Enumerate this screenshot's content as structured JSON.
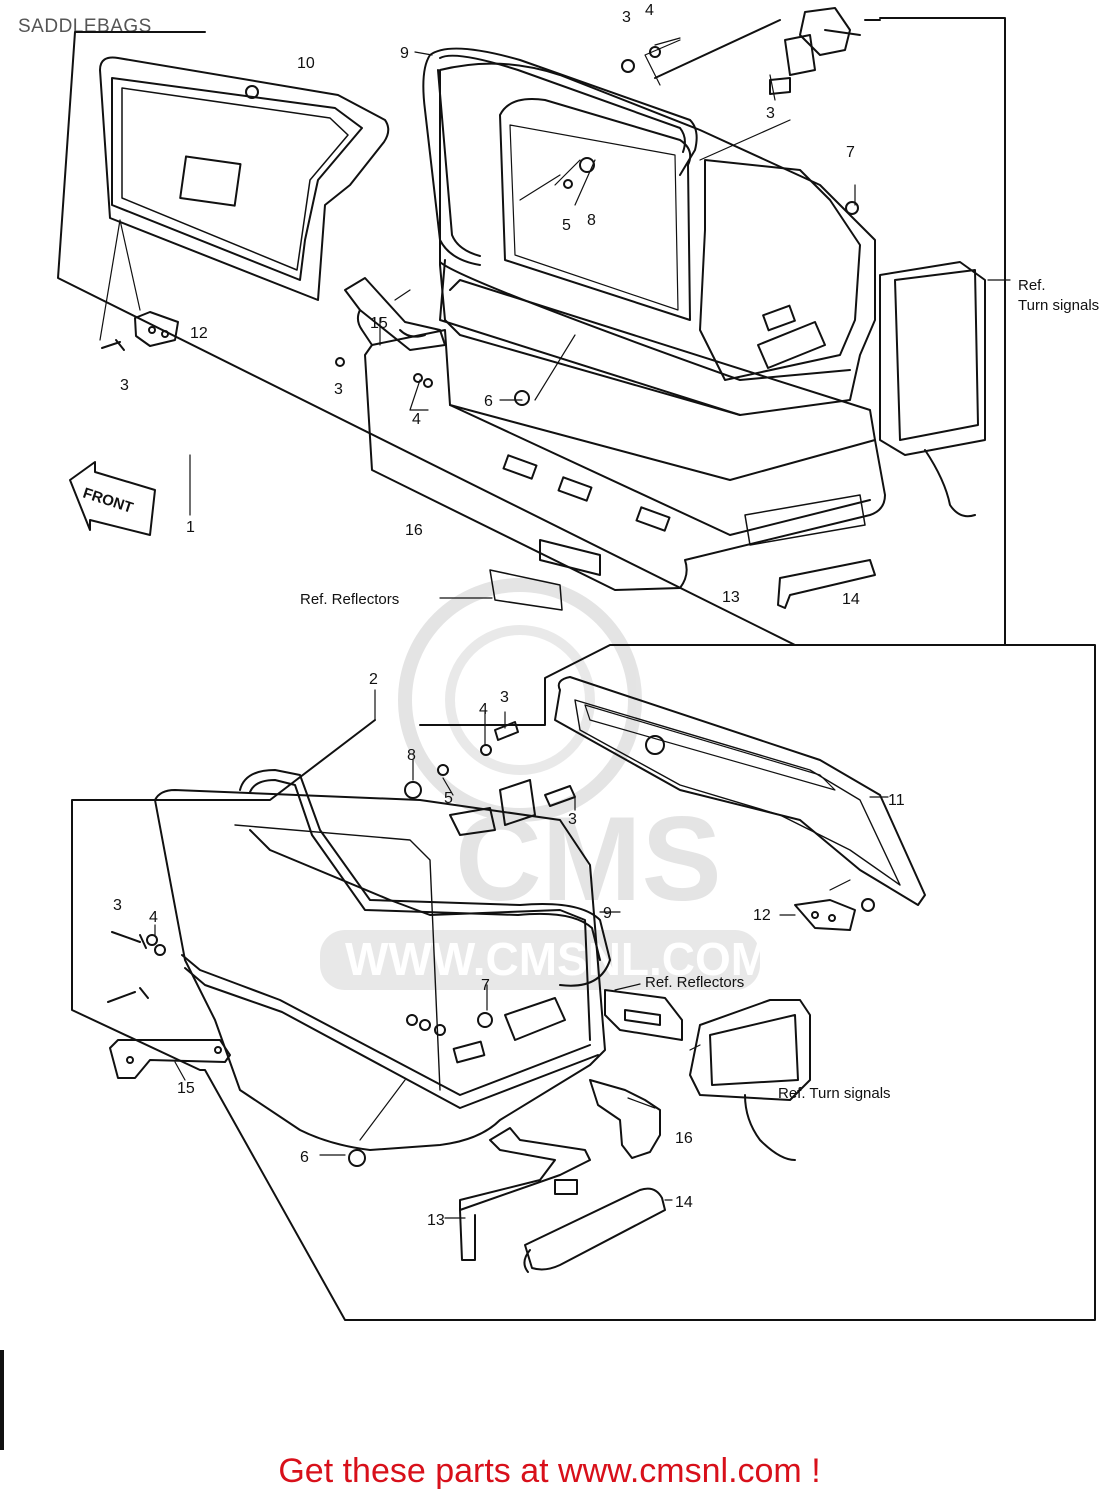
{
  "diagram": {
    "title": "SADDLEBAGS",
    "front_label": "FRONT",
    "callouts_top": [
      "3",
      "4",
      "9",
      "10",
      "3",
      "7",
      "12",
      "15",
      "3",
      "6",
      "4",
      "1",
      "16",
      "13",
      "14",
      "3",
      "5",
      "8"
    ],
    "callouts_bottom": [
      "2",
      "4",
      "3",
      "8",
      "5",
      "3",
      "11",
      "3",
      "4",
      "9",
      "12",
      "7",
      "15",
      "6",
      "16",
      "13",
      "14"
    ],
    "ref_reflectors": "Ref. Reflectors",
    "ref_turn_signal_top_1": "Ref.",
    "ref_turn_signal_top_2": "Turn signals",
    "ref_turn_signals_bottom": "Ref. Turn signals",
    "watermark_logo": "CMS",
    "watermark_url": "WWW.CMSNL.COM"
  },
  "footer": {
    "text": "Get these parts at www.cmsnl.com !"
  },
  "colors": {
    "line": "#111111",
    "footer_red": "#d8101a",
    "watermark_grey": "#cfcfcf"
  }
}
